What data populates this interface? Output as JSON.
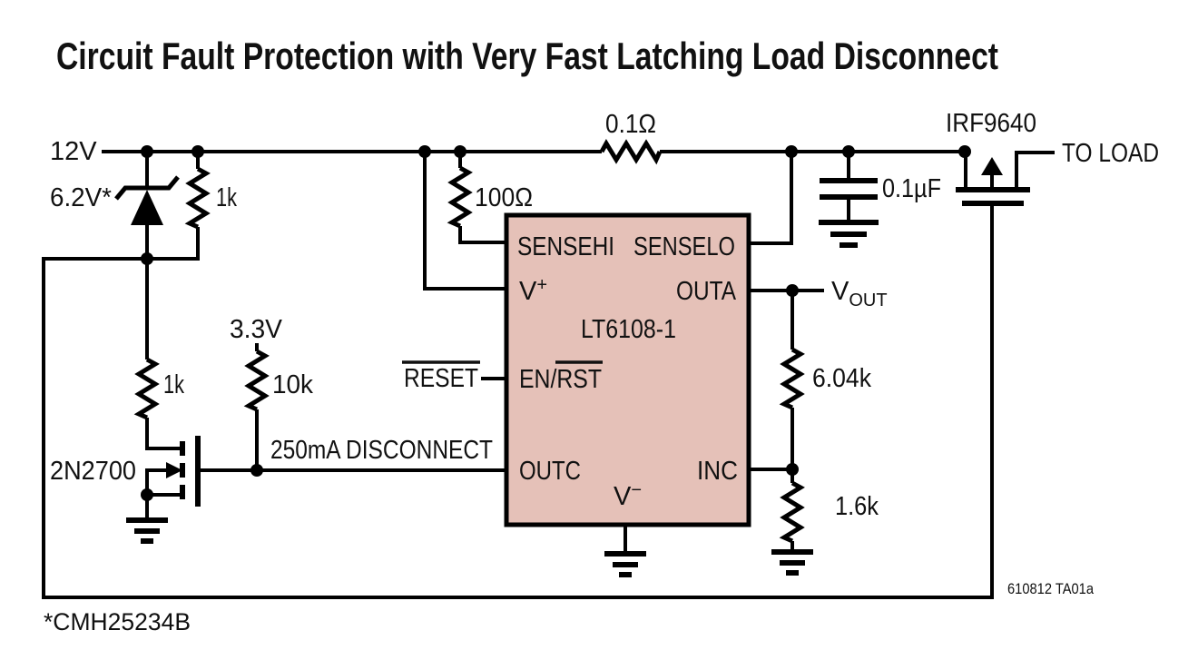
{
  "title": "Circuit Fault Protection with Very Fast Latching Load Disconnect",
  "rails": {
    "v12": "12V",
    "v33": "3.3V"
  },
  "components": {
    "zener_label": "6.2V*",
    "zener_footnote": "*CMH25234B",
    "r_top_1k": "1k",
    "r_sense": "0.1Ω",
    "r_input": "100Ω",
    "cap_out": "0.1µF",
    "pmos": "IRF9640",
    "nmos": "2N2700",
    "r_gate_1k": "1k",
    "r_pullup_10k": "10k",
    "r_fb_top": "6.04k",
    "r_fb_bot": "1.6k"
  },
  "ic": {
    "name": "LT6108-1",
    "fill": "#e5c1b8",
    "pins": {
      "sensehi": "SENSEHI",
      "senselo": "SENSELO",
      "vplus_base": "V",
      "vplus_sup": "+",
      "outa": "OUTA",
      "enrst": "EN/RST",
      "outc": "OUTC",
      "inc": "INC",
      "vminus_base": "V",
      "vminus_sup": "−"
    }
  },
  "signals": {
    "to_load": "TO LOAD",
    "vout_base": "V",
    "vout_sub": "OUT",
    "reset": "RESET",
    "disconnect": "250mA DISCONNECT"
  },
  "footer": {
    "doc_ref": "610812 TA01a"
  },
  "colors": {
    "line": "#000000",
    "ic_fill": "#e5c1b8",
    "text": "#111111",
    "background": "#ffffff"
  }
}
